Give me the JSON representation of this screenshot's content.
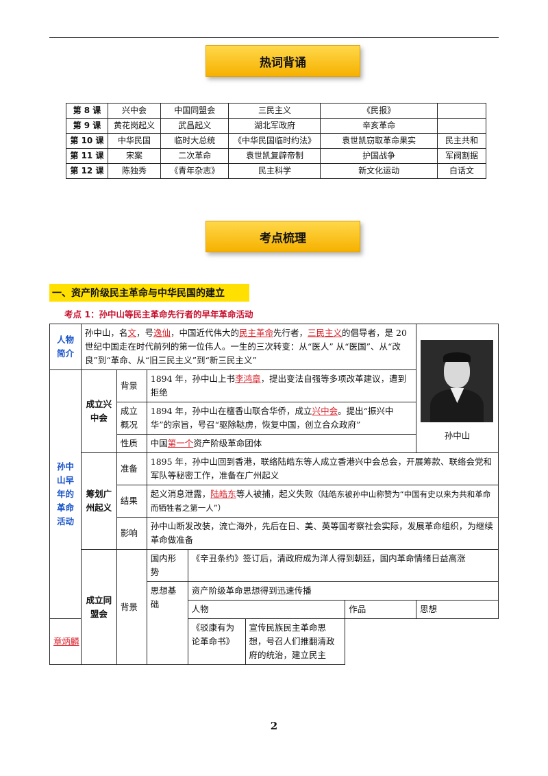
{
  "banners": {
    "hot_words": "热词背诵",
    "key_points": "考点梳理"
  },
  "keyword_table": [
    {
      "lesson": "第 8 课",
      "terms": [
        "兴中会",
        "中国同盟会",
        "三民主义",
        "《民报》",
        ""
      ]
    },
    {
      "lesson": "第 9 课",
      "terms": [
        "黄花岗起义",
        "武昌起义",
        "湖北军政府",
        "辛亥革命",
        ""
      ]
    },
    {
      "lesson": "第 10 课",
      "terms": [
        "中华民国",
        "临时大总统",
        "《中华民国临时约法》",
        "袁世凯窃取革命果实",
        "民主共和"
      ]
    },
    {
      "lesson": "第 11 课",
      "terms": [
        "宋案",
        "二次革命",
        "袁世凯复辟帝制",
        "护国战争",
        "军阀割据"
      ]
    },
    {
      "lesson": "第 12 课",
      "terms": [
        "陈独秀",
        "《青年杂志》",
        "民主科学",
        "新文化运动",
        "白话文"
      ]
    }
  ],
  "section": {
    "title": "一、资产阶级民主革命与中华民国的建立",
    "point": "考点 1：孙中山等民主革命先行者的早年革命活动"
  },
  "profile": {
    "label": "人物简介",
    "t1": "孙中山，名",
    "u1": "文",
    "t2": "，号",
    "u2": "逸仙",
    "t3": "，中国近代伟大的",
    "u3": "民主革命",
    "t4": "先行者，",
    "u4": "三民主义",
    "t5": "的倡导者，是 20 世纪中国走在时代前列的第一位伟人。一生的三次转变：从“医人” 从“医国”、从“改良”到“革命、从“旧三民主义”到“新三民主义”",
    "photo_caption": "孙中山"
  },
  "activities": {
    "label": "孙中山早年的革命活动",
    "xingzhong": {
      "label": "成立兴中会",
      "bg_label": "背景",
      "bg_t1": "1894 年，孙中山上书",
      "bg_u1": "李鸿章",
      "bg_t2": "，提出变法自强等多项改革建议，遭到拒绝",
      "found_label": "成立概况",
      "found_t1": "1894 年，孙中山在檀香山联合华侨，成立",
      "found_u1": "兴中会",
      "found_t2": "。提出“振兴中华”的宗旨，号召“驱除鞑虏，恢复中国，创立合众政府”",
      "nature_label": "性质",
      "nature_t1": "中国",
      "nature_u1": "第一个",
      "nature_t2": "资产阶级革命团体"
    },
    "guangzhou": {
      "label": "筹划广州起义",
      "prep_label": "准备",
      "prep_text": "1895 年，孙中山回到香港，联络陆皓东等人成立香港兴中会总会，开展筹款、联络会党和军队等秘密工作，准备在广州起义",
      "result_label": "结果",
      "result_t1": "起义消息泄露，",
      "result_u1": "陆皓东",
      "result_t2": "等人被捕，起义失败",
      "result_note": "（陆皓东被孙中山称赞为“中国有史以来为共和革命而牺牲者之第一人”）",
      "impact_label": "影响",
      "impact_text": "孙中山断发改装，流亡海外，先后在日、美、英等国考察社会实际，发展革命组织，为继续革命做准备"
    },
    "tongmeng": {
      "label": "成立同盟会",
      "bg_label": "背景",
      "domestic_label": "国内形势",
      "domestic_text": "《辛丑条约》签订后，清政府成为洋人得到朝廷，国内革命情绪日益高涨",
      "thought_label": "思想基础",
      "thought_text": "资产阶级革命思想得到迅速传播",
      "col_person": "人物",
      "col_work": "作品",
      "col_thought": "思想",
      "row_person": "章炳麟",
      "row_work": "《驳康有为论革命书》",
      "row_thought": "宣传民族民主革命思想，号召人们推翻清政府的统治，建立民主"
    }
  },
  "page_number": "2"
}
